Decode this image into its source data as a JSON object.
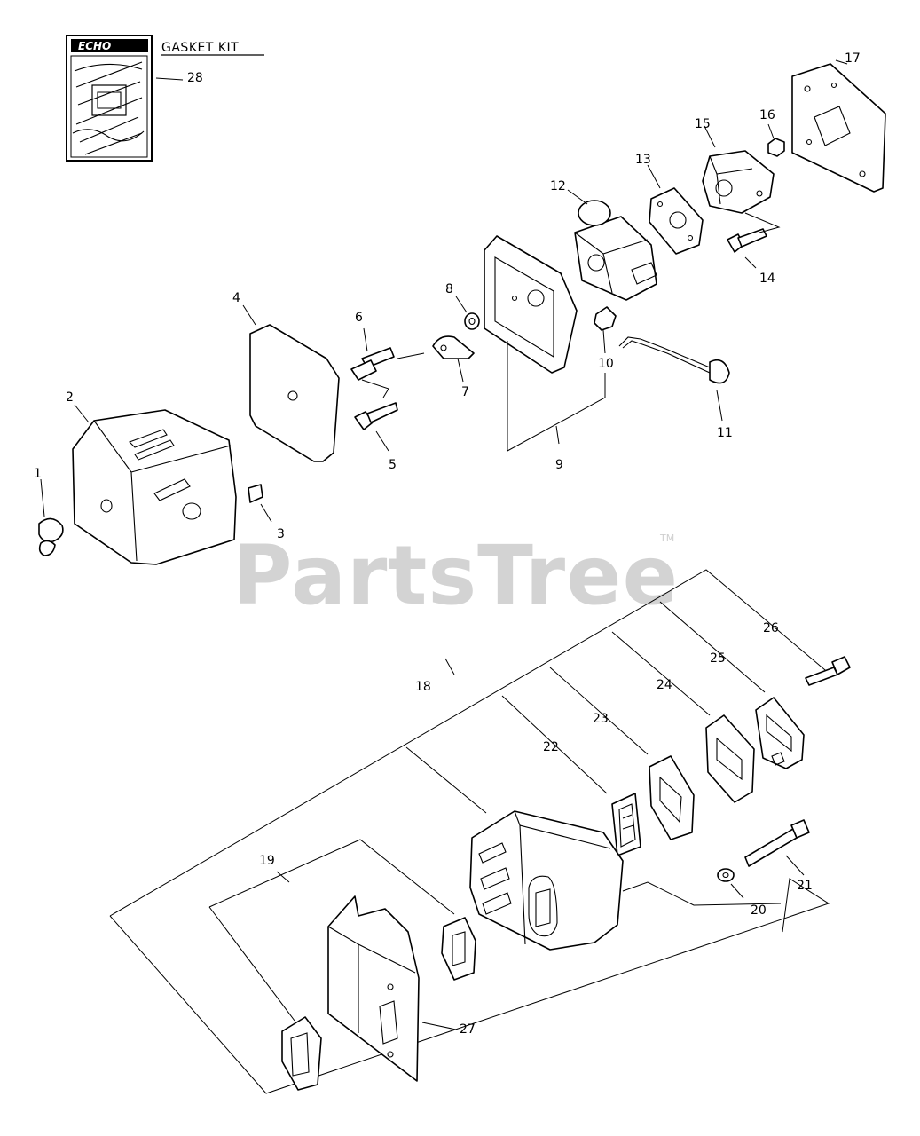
{
  "kit": {
    "label": "GASKET KIT",
    "brand": "ECHO"
  },
  "watermark": {
    "text": "PartsTree",
    "tm": "TM"
  },
  "labels": {
    "p1": "1",
    "p2": "2",
    "p3": "3",
    "p4": "4",
    "p5": "5",
    "p6": "6",
    "p7": "7",
    "p8": "8",
    "p9": "9",
    "p10": "10",
    "p11": "11",
    "p12": "12",
    "p13": "13",
    "p14": "14",
    "p15": "15",
    "p16": "16",
    "p17": "17",
    "p18": "18",
    "p19": "19",
    "p20": "20",
    "p21": "21",
    "p22": "22",
    "p23": "23",
    "p24": "24",
    "p25": "25",
    "p26": "26",
    "p27": "27",
    "p28": "28"
  }
}
